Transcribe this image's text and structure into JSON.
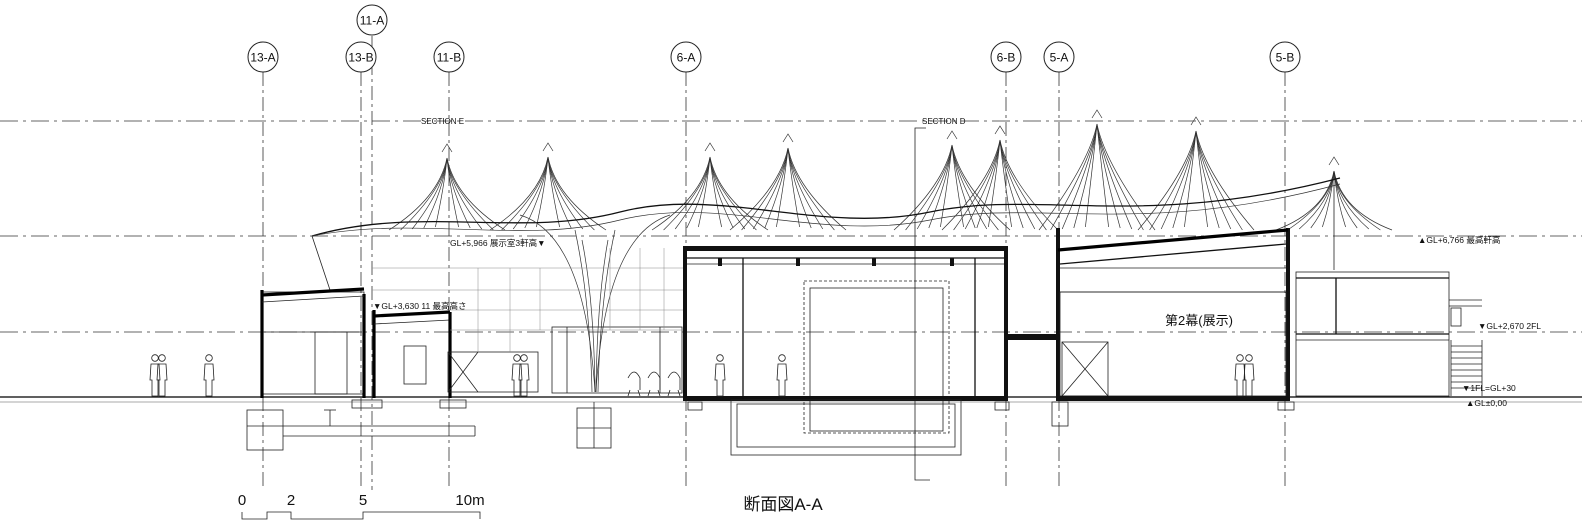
{
  "drawing": {
    "title": "断面図A-A",
    "axes": [
      "13-A",
      "13-B",
      "11-A",
      "11-B",
      "6-A",
      "6-B",
      "5-A",
      "5-B"
    ],
    "sections": [
      "SECTION E",
      "SECTION D"
    ],
    "annotations": {
      "exhibit_room_3_eave": "GL+5,966 展示室3軒高▼",
      "max_height_11": "▼GL+3,630 11 最高高さ",
      "max_eave": "▲GL+6,766 最高軒高",
      "second_fl": "▼GL+2,670 2FL",
      "first_fl": "▼1FL=GL+30",
      "gl": "▲GL±0,00",
      "room_label": "第2幕(展示)"
    },
    "scale_bar": {
      "labels": [
        "0",
        "2",
        "5",
        "10m"
      ]
    }
  }
}
